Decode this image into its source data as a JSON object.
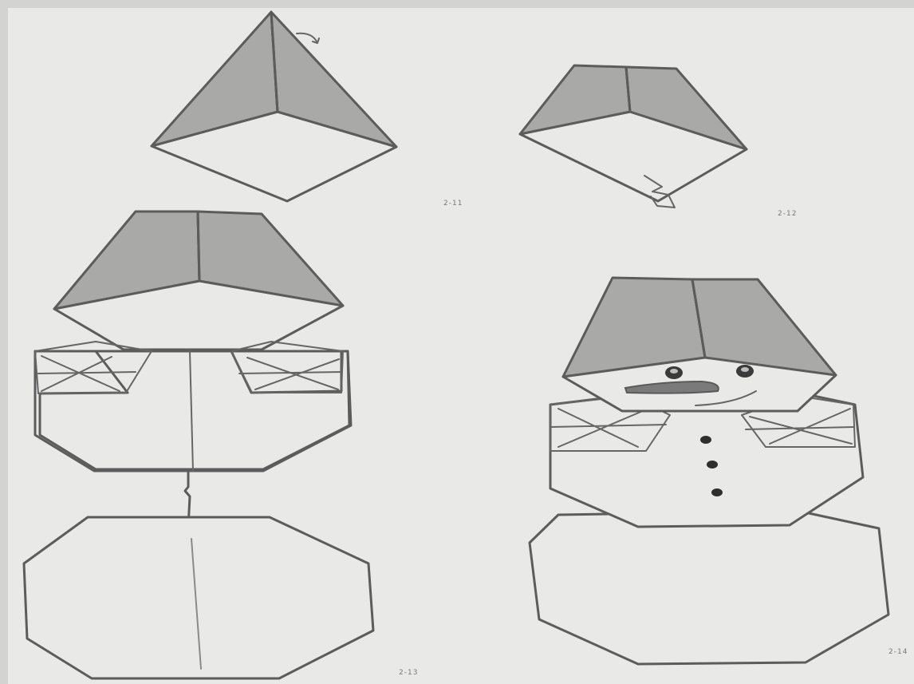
{
  "colors": {
    "frame": "#d3d3d2",
    "paper": "#e9e9e7",
    "shade": "#a9a9a8",
    "line": "#5c5c5c",
    "feature": "#4a4a4a"
  },
  "steps": {
    "step_a_label": "2-11",
    "step_b_label": "2-12",
    "step_c_label": "2-13",
    "step_d_label": "2-14"
  },
  "icons": {
    "fold_arrow": "curved-fold-arrow-icon"
  }
}
